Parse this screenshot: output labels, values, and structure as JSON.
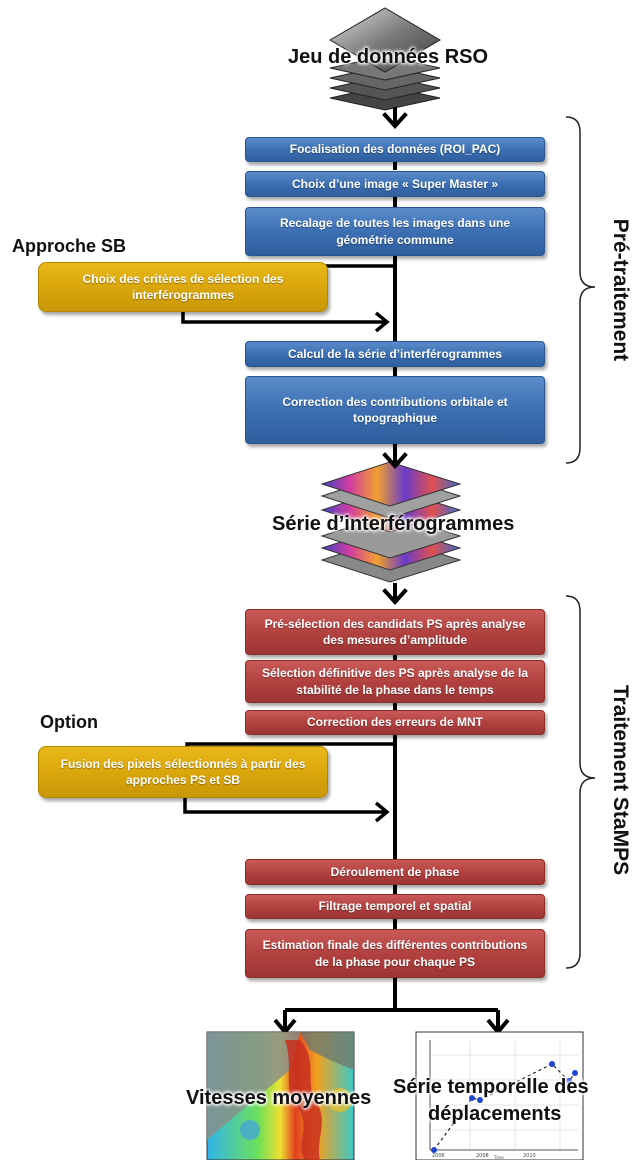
{
  "title": "Jeu de données RSO",
  "preprocessing": {
    "label": "Pré-traitement",
    "steps": [
      "Focalisation des données (ROI_PAC)",
      "Choix d’une image « Super Master »",
      "Recalage de toutes les images dans une géométrie commune"
    ],
    "steps_after_sb": [
      "Calcul de la série d’interférogrammes",
      "Correction des contributions orbitale et topographique"
    ]
  },
  "sb_branch": {
    "label": "Approche SB",
    "step": "Choix des critères de sélection des interférogrammes"
  },
  "intermediate": {
    "label": "Série d’interférogrammes"
  },
  "stamps": {
    "label": "Traitement StaMPS",
    "steps": [
      "Pré-sélection des candidats PS après analyse des mesures d’amplitude",
      "Sélection définitive des PS après analyse de la stabilité de la phase dans le temps",
      "Correction des erreurs de MNT"
    ],
    "steps_after_option": [
      "Déroulement de phase",
      "Filtrage temporel et spatial",
      "Estimation finale des différentes contributions de la phase pour chaque PS"
    ]
  },
  "option_branch": {
    "label": "Option",
    "step": "Fusion des pixels sélectionnés à partir des approches PS et SB"
  },
  "outputs": {
    "velocity": "Vitesses moyennes",
    "timeseries_line1": "Série temporelle des",
    "timeseries_line2": "déplacements"
  },
  "mini_plot": {
    "xlabel": "Time",
    "x_ticks": [
      "2006",
      "2008",
      "2010"
    ]
  },
  "colors": {
    "blue_box": "#3a6db0",
    "red_box": "#b0403e",
    "yellow_box": "#d9a50c",
    "arrow": "#000000"
  }
}
